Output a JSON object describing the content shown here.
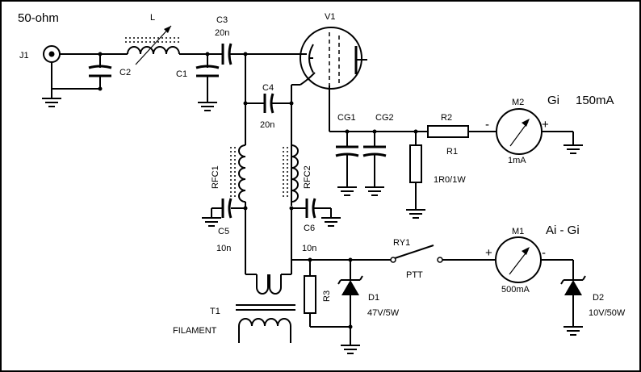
{
  "labels": {
    "impedance": "50-ohm",
    "j1": "J1",
    "l": "L",
    "c3": "C3",
    "c3_value": "20n",
    "c2": "C2",
    "c1": "C1",
    "v1": "V1",
    "c4": "C4",
    "c4_value": "20n",
    "rfc1": "RFC1",
    "rfc2": "RFC2",
    "c5": "C5",
    "c5_value": "10n",
    "c6": "C6",
    "c6_value": "10n",
    "t1": "T1",
    "filament": "FILAMENT",
    "cg1": "CG1",
    "cg2": "CG2",
    "r2": "R2",
    "r1": "R1",
    "r1_value": "1R0/1W",
    "m2": "M2",
    "m2_value": "1mA",
    "gi": "Gi",
    "gi_current": "150mA",
    "r3": "R3",
    "d1": "D1",
    "d1_value": "47V/5W",
    "ry1": "RY1",
    "ptt": "PTT",
    "m1": "M1",
    "m1_value": "500mA",
    "ai_gi": "Ai - Gi",
    "d2": "D2",
    "d2_value": "10V/50W",
    "m2_minus": "-",
    "m2_plus": "+",
    "m1_plus": "+",
    "m1_minus": "-"
  }
}
